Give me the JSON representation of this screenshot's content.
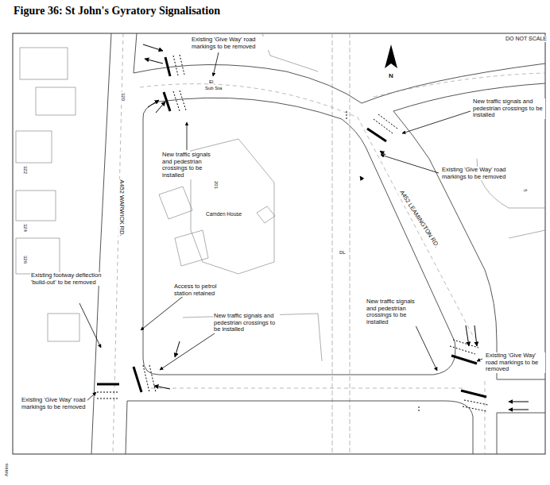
{
  "diagram": {
    "title": "Figure 36: St John's Gyratory Signalisation",
    "labels": [
      "DO NOT SCALE",
      "Existing 'Give Way' road markings to be removed",
      "El",
      "Sub Sta",
      "New traffic signals and pedestrian crossings to be installed",
      "New traffic signals and pedestrian crossings to be installed",
      "Existing 'Give Way' road markings to be removed",
      "A452 WARWICK RD.",
      "A452 LEAMINGTON RD.",
      "201",
      "Camden House",
      "DL",
      "5",
      "320",
      "322",
      "324",
      "326",
      "Existing footway deflection 'build-out' to be removed",
      "Access to petrol station retained",
      "New traffic signals and pedestrian crossings to be installed",
      "New traffic signals and pedestrian crossings to be installed",
      "Existing 'Give Way' road markings to be removed",
      "Existing 'Give Way' road markings to be removed",
      "N",
      "Atkins"
    ]
  }
}
